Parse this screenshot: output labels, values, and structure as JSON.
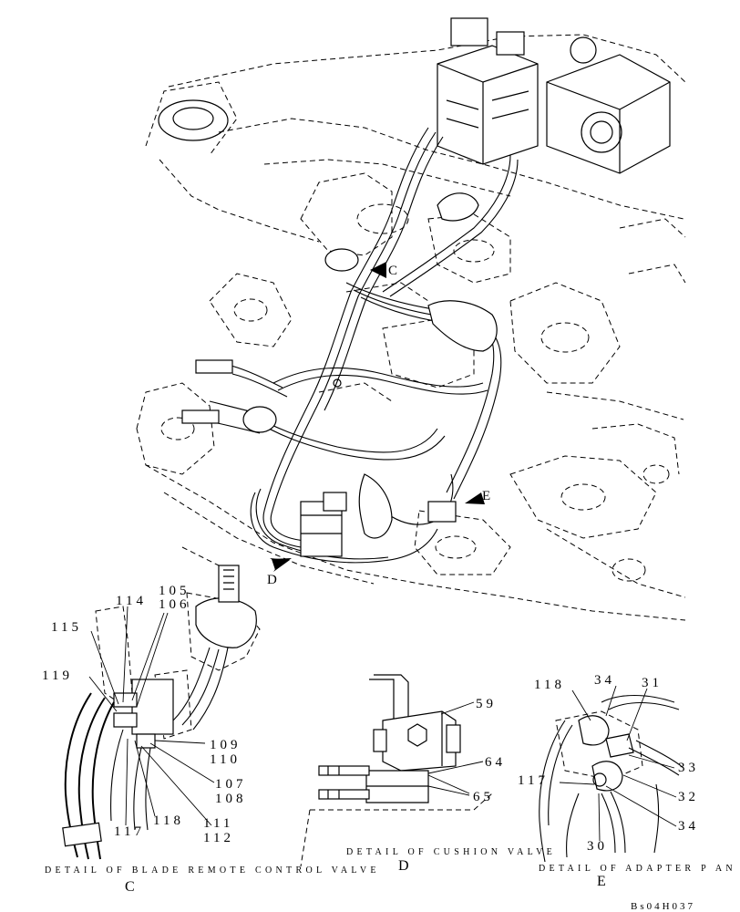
{
  "main_view": {
    "callouts": {
      "c": "C",
      "d": "D",
      "e": "E"
    }
  },
  "detail_c": {
    "labels": {
      "l105": "105",
      "l106": "106",
      "l114": "114",
      "l115": "115",
      "l119": "119",
      "l109": "109",
      "l110": "110",
      "l107": "107",
      "l108": "108",
      "l111": "111",
      "l112": "112",
      "l117": "117",
      "l118": "118"
    },
    "caption": "DETAIL OF BLADE REMOTE CONTROL VALVE",
    "letter": "C"
  },
  "detail_d": {
    "labels": {
      "l59": "59",
      "l64": "64",
      "l65": "65"
    },
    "caption": "DETAIL OF CUSHION VALVE",
    "letter": "D"
  },
  "detail_e": {
    "labels": {
      "l118": "118",
      "l34a": "34",
      "l31": "31",
      "l33": "33",
      "l117": "117",
      "l32": "32",
      "l34b": "34",
      "l30": "30"
    },
    "caption": "DETAIL OF ADAPTER P AN",
    "letter": "E"
  },
  "drawing_code": "Bs04H037"
}
